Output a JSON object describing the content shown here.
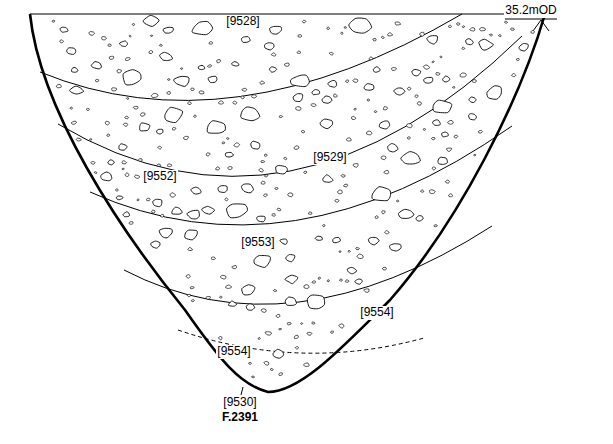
{
  "diagram": {
    "labels": [
      "35.2mOD",
      "[9528]",
      "[9529]",
      "[9552]",
      "[9553]",
      "[9554]",
      "[9554]",
      "[9530]",
      "F.2391"
    ]
  }
}
